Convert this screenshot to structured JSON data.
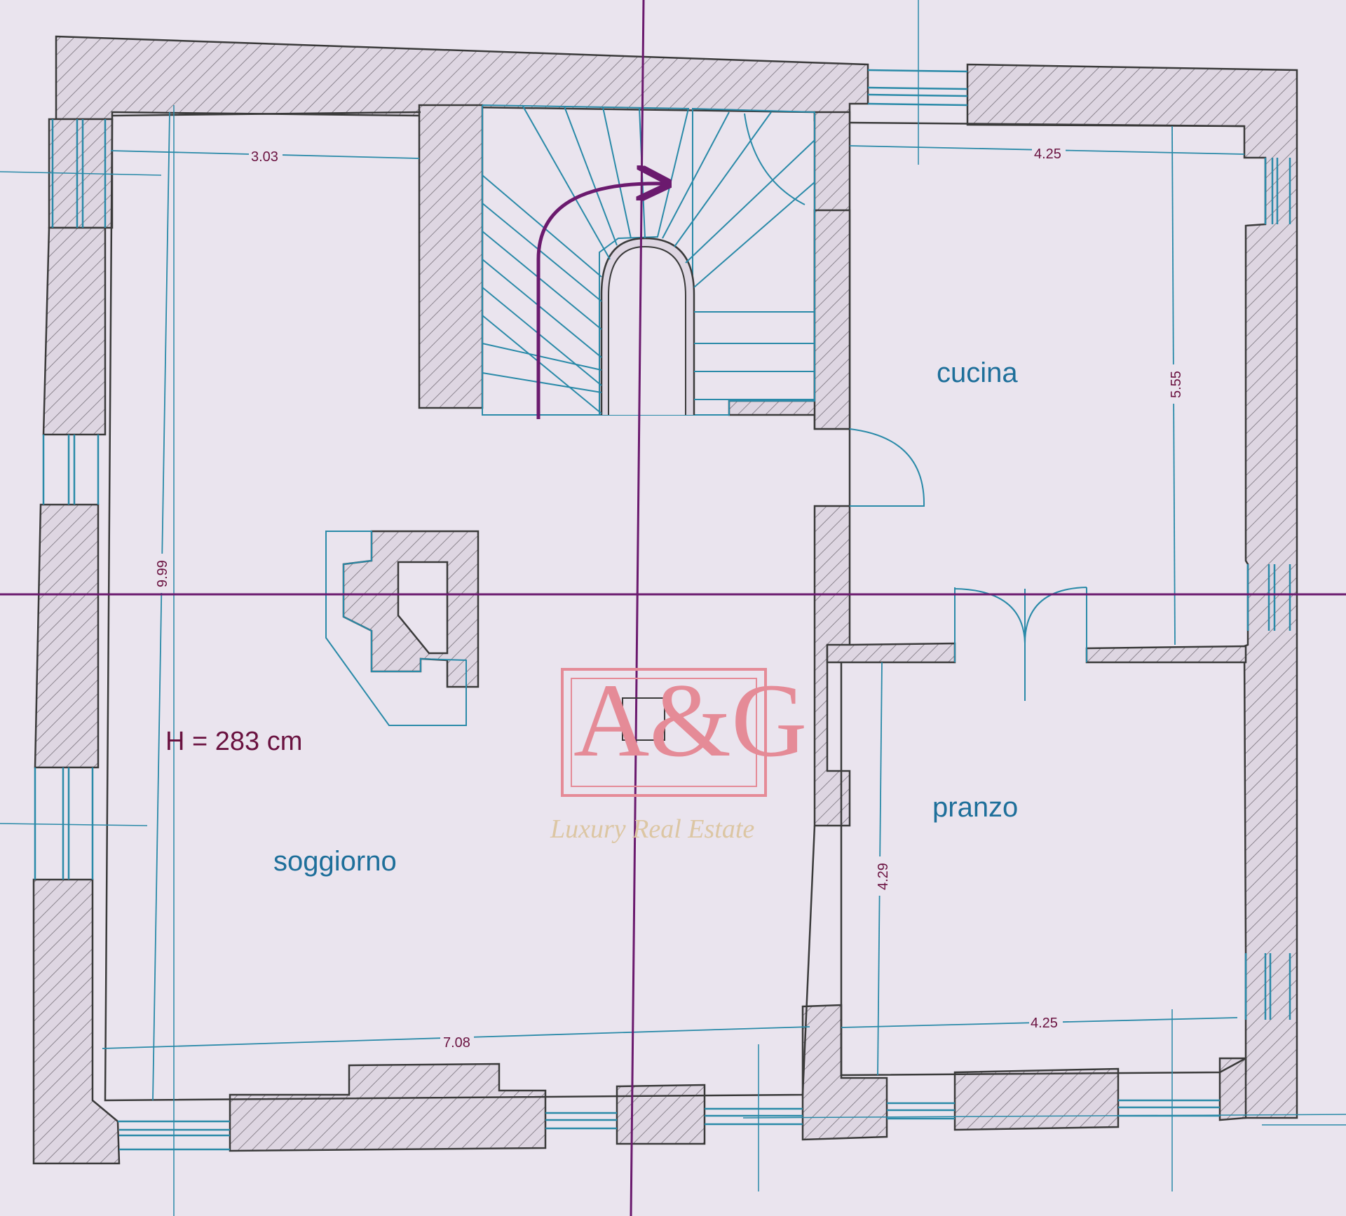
{
  "rooms": {
    "soggiorno": "soggiorno",
    "cucina": "cucina",
    "pranzo": "pranzo"
  },
  "ceiling_height": "H = 283 cm",
  "dimensions": {
    "soggiorno_top_width": "3.03",
    "soggiorno_height": "9.99",
    "soggiorno_bottom_width": "7.08",
    "cucina_width": "4.25",
    "cucina_height": "5.55",
    "pranzo_width": "4.25",
    "pranzo_height": "4.29"
  },
  "watermark": {
    "logo": "A&G",
    "tagline": "Luxury Real Estate",
    "color": "#e58b97"
  },
  "colors": {
    "paper": "#eae4ee",
    "wall_outline": "#3a3a3a",
    "blue_lines": "#2a8aa8",
    "dimension_text": "#6a1240",
    "axis_lines": "#6b1a6e",
    "room_label": "#1e6f9a"
  }
}
